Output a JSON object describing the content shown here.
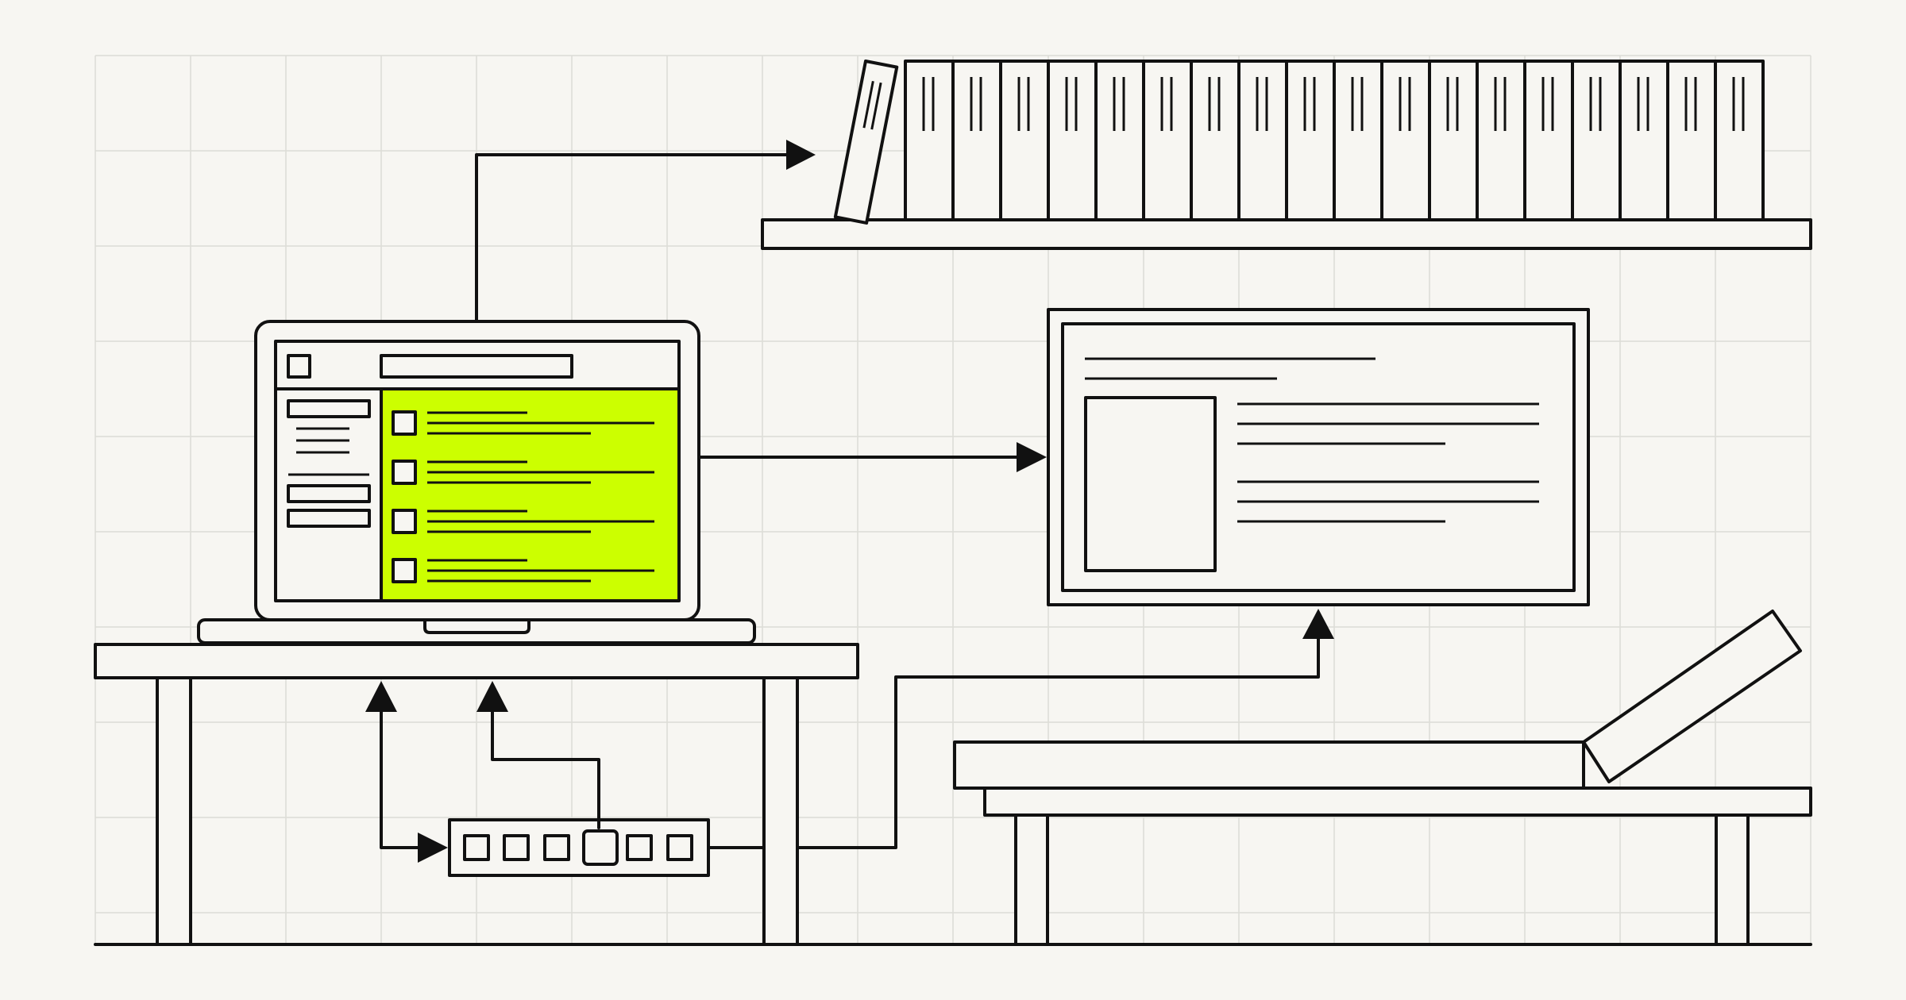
{
  "colors": {
    "background": "#f7f6f2",
    "stroke": "#111111",
    "grid": "#dcdcd6",
    "highlight": "#ccff00"
  },
  "illustration": {
    "binder_count": 18,
    "laptop_list_rows": 4,
    "hub_ports": 6,
    "hub_active_port": 4
  },
  "icons": [
    "grid-background-icon",
    "laptop-icon",
    "binder-shelf-icon",
    "display-monitor-icon",
    "usb-hub-icon",
    "desk-icon",
    "bench-icon",
    "arrow-icon"
  ]
}
